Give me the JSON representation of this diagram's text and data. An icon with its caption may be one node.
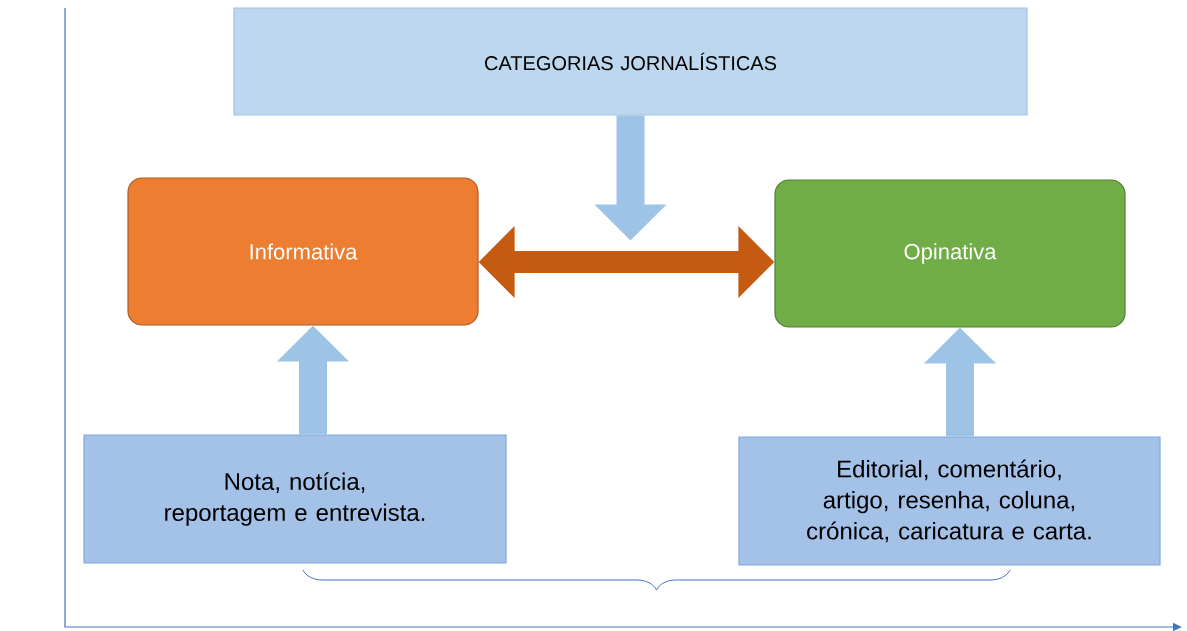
{
  "diagram": {
    "nodes": [
      {
        "text": [
          "CATEGORIAS JORNALÍSTICAS"
        ]
      },
      {
        "text": [
          "Informativa"
        ]
      },
      {
        "text": [
          "Opinativa"
        ]
      },
      {
        "text": [
          "Nota, notícia, reportagem e entrevista."
        ]
      },
      {
        "text": [
          "Editorial, comentário, artigo, resenha, coluna, crónica, caricatura e carta."
        ]
      }
    ],
    "edges": [
      {
        "from": 0,
        "to": null,
        "arrow": "to"
      },
      {
        "from": 1,
        "to": 2,
        "arrow": "both",
        "color": "#c55a11"
      },
      {
        "from": 3,
        "to": 1,
        "arrow": "to"
      },
      {
        "from": 4,
        "to": 2,
        "arrow": "to"
      }
    ]
  }
}
